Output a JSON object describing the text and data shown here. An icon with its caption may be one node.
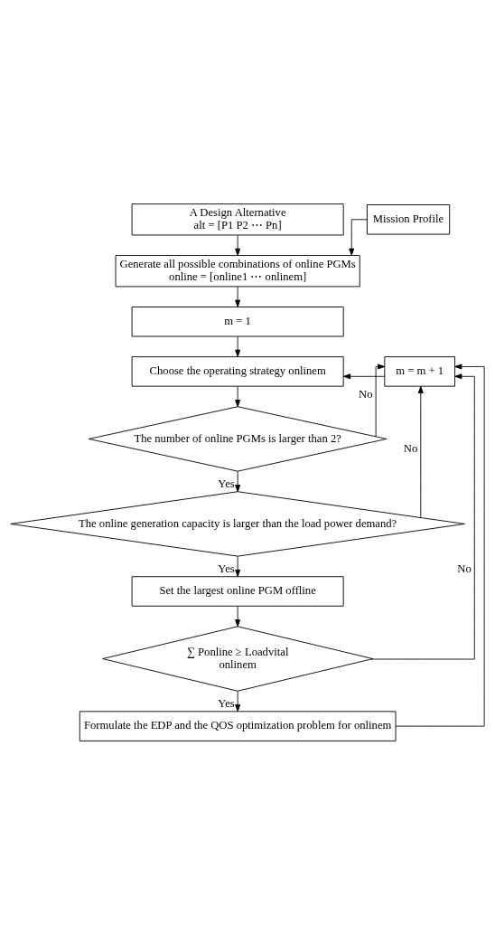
{
  "diagram": {
    "nodes": [
      {
        "text": [
          "A Design Alternative",
          "alt = [P1 P2 ⋯ Pn]"
        ]
      },
      {
        "text": [
          "Mission Profile"
        ]
      },
      {
        "text": [
          "Generate all possible combinations of online PGMs",
          "online = [online1 ⋯ onlinem]"
        ]
      },
      {
        "text": [
          "m = 1"
        ]
      },
      {
        "text": [
          "Choose the operating strategy onlinem"
        ]
      },
      {
        "text": [
          "The number of online PGMs is larger than 2?"
        ]
      },
      {
        "text": [
          "The online generation capacity is larger than the load power demand?"
        ]
      },
      {
        "text": [
          "Set the largest online PGM offline"
        ]
      },
      {
        "text": [
          "∑ Ponline ≥ Loadvital",
          "onlinem"
        ]
      },
      {
        "text": [
          "Formulate the EDP and the QOS optimization problem for onlinem"
        ]
      },
      {
        "text": [
          "m = m + 1"
        ]
      }
    ],
    "edges": [
      {
        "from": 0,
        "to": 2,
        "arrow": "to"
      },
      {
        "from": 1,
        "to": 2,
        "arrow": "to"
      },
      {
        "from": 2,
        "to": 3,
        "arrow": "to"
      },
      {
        "from": 3,
        "to": 4,
        "arrow": "to"
      },
      {
        "from": 4,
        "to": 5,
        "arrow": "to"
      },
      {
        "from": 5,
        "to": 6,
        "arrow": "to",
        "label": "Yes"
      },
      {
        "from": 6,
        "to": 7,
        "arrow": "to",
        "label": "Yes"
      },
      {
        "from": 7,
        "to": 8,
        "arrow": "to"
      },
      {
        "from": 8,
        "to": 9,
        "arrow": "to",
        "label": "Yes"
      },
      {
        "from": 5,
        "to": 10,
        "arrow": "to",
        "label": "No"
      },
      {
        "from": 6,
        "to": 10,
        "arrow": "to",
        "label": "No"
      },
      {
        "from": 8,
        "to": 10,
        "arrow": "to",
        "label": "No"
      },
      {
        "from": 9,
        "to": 10,
        "arrow": "to"
      },
      {
        "from": 10,
        "to": 4,
        "arrow": "to"
      }
    ]
  }
}
